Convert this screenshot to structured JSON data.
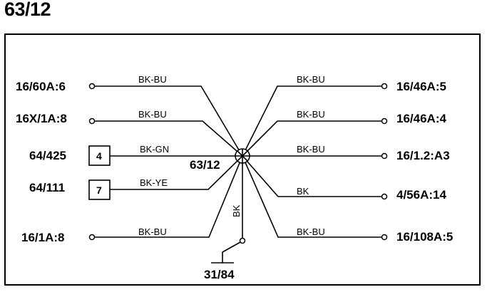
{
  "title": "63/12",
  "splice": {
    "label": "63/12",
    "ground_label": "31/84",
    "ground_wire": "BK"
  },
  "left_connections": [
    {
      "terminal": "16/60A:6",
      "wire": "BK-BU"
    },
    {
      "terminal": "16X/1A:8",
      "wire": "BK-BU"
    },
    {
      "terminal": "64/425",
      "box": "4",
      "wire": "BK-GN"
    },
    {
      "terminal": "64/111",
      "box": "7",
      "wire": "BK-YE"
    },
    {
      "terminal": "16/1A:8",
      "wire": "BK-BU"
    }
  ],
  "right_connections": [
    {
      "terminal": "16/46A:5",
      "wire": "BK-BU"
    },
    {
      "terminal": "16/46A:4",
      "wire": "BK-BU"
    },
    {
      "terminal": "16/1.2:A3",
      "wire": "BK-BU"
    },
    {
      "terminal": "4/56A:14",
      "wire": "BK"
    },
    {
      "terminal": "16/108A:5",
      "wire": "BK-BU"
    }
  ]
}
